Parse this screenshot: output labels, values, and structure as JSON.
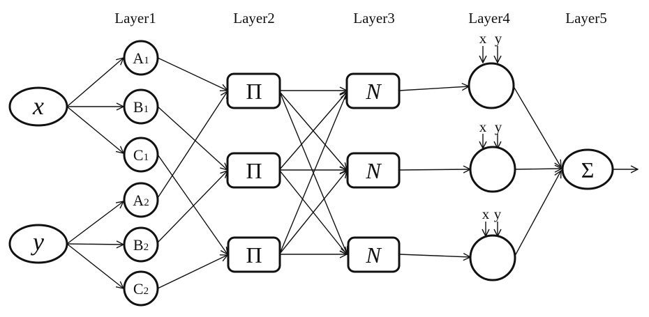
{
  "diagram": {
    "type": "ANFIS network",
    "layers": [
      {
        "label": "Layer1"
      },
      {
        "label": "Layer2"
      },
      {
        "label": "Layer3"
      },
      {
        "label": "Layer4"
      },
      {
        "label": "Layer5"
      }
    ],
    "inputs": [
      {
        "id": "x",
        "label": "x"
      },
      {
        "id": "y",
        "label": "y"
      }
    ],
    "membership_nodes": [
      {
        "id": "A1",
        "letter": "A",
        "sub": "1",
        "from": "x"
      },
      {
        "id": "B1",
        "letter": "B",
        "sub": "1",
        "from": "x"
      },
      {
        "id": "C1",
        "letter": "C",
        "sub": "1",
        "from": "x"
      },
      {
        "id": "A2",
        "letter": "A",
        "sub": "2",
        "from": "y"
      },
      {
        "id": "B2",
        "letter": "B",
        "sub": "2",
        "from": "y"
      },
      {
        "id": "C2",
        "letter": "C",
        "sub": "2",
        "from": "y"
      }
    ],
    "product_nodes": [
      {
        "id": "P1",
        "symbol": "Π",
        "from": [
          "A1",
          "A2"
        ]
      },
      {
        "id": "P2",
        "symbol": "Π",
        "from": [
          "B1",
          "B2"
        ]
      },
      {
        "id": "P3",
        "symbol": "Π",
        "from": [
          "C1",
          "C2"
        ]
      }
    ],
    "norm_nodes": [
      {
        "id": "N1",
        "symbol": "N",
        "from": [
          "P1",
          "P2",
          "P3"
        ]
      },
      {
        "id": "N2",
        "symbol": "N",
        "from": [
          "P1",
          "P2",
          "P3"
        ]
      },
      {
        "id": "N3",
        "symbol": "N",
        "from": [
          "P1",
          "P2",
          "P3"
        ]
      }
    ],
    "consequent_nodes": [
      {
        "id": "R1",
        "from": "N1",
        "side_inputs": [
          "x",
          "y"
        ]
      },
      {
        "id": "R2",
        "from": "N2",
        "side_inputs": [
          "x",
          "y"
        ]
      },
      {
        "id": "R3",
        "from": "N3",
        "side_inputs": [
          "x",
          "y"
        ]
      }
    ],
    "output_node": {
      "id": "S",
      "symbol": "Σ",
      "from": [
        "R1",
        "R2",
        "R3"
      ]
    }
  }
}
